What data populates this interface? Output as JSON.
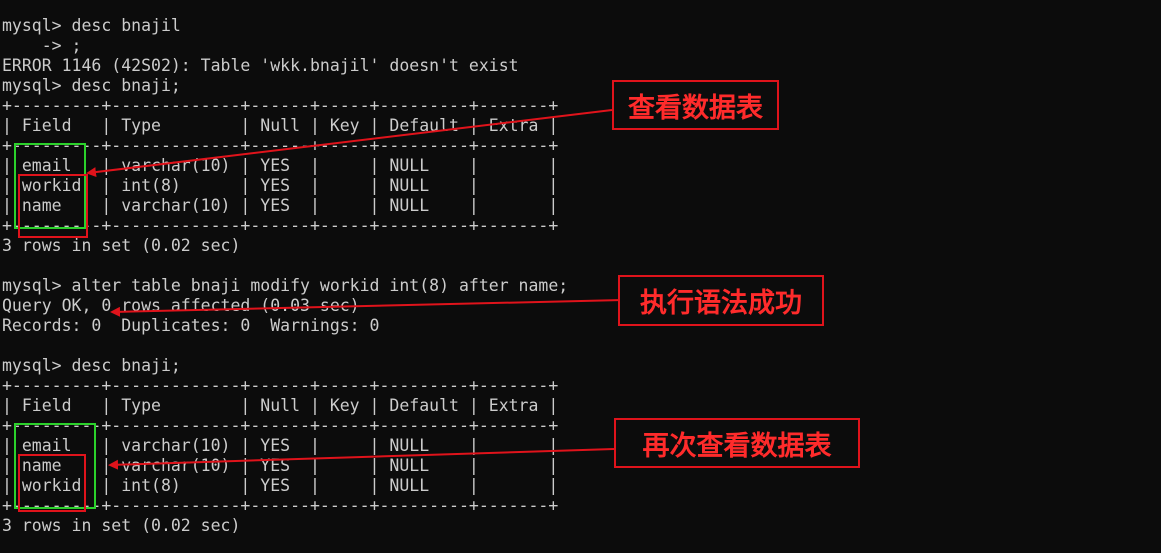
{
  "terminal": {
    "lines": [
      "mysql> desc bnajil",
      "    -> ;",
      "ERROR 1146 (42S02): Table 'wkk.bnajil' doesn't exist",
      "mysql> desc bnaji;",
      "+---------+-------------+------+-----+---------+-------+",
      "| Field   | Type        | Null | Key | Default | Extra |",
      "+---------+-------------+------+-----+---------+-------+",
      "| email   | varchar(10) | YES  |     | NULL    |       |",
      "| workid  | int(8)      | YES  |     | NULL    |       |",
      "| name    | varchar(10) | YES  |     | NULL    |       |",
      "+---------+-------------+------+-----+---------+-------+",
      "3 rows in set (0.02 sec)",
      "",
      "mysql> alter table bnaji modify workid int(8) after name;",
      "Query OK, 0 rows affected (0.03 sec)",
      "Records: 0  Duplicates: 0  Warnings: 0",
      "",
      "mysql> desc bnaji;",
      "+---------+-------------+------+-----+---------+-------+",
      "| Field   | Type        | Null | Key | Default | Extra |",
      "+---------+-------------+------+-----+---------+-------+",
      "| email   | varchar(10) | YES  |     | NULL    |       |",
      "| name    | varchar(10) | YES  |     | NULL    |       |",
      "| workid  | int(8)      | YES  |     | NULL    |       |",
      "+---------+-------------+------+-----+---------+-------+",
      "3 rows in set (0.02 sec)"
    ]
  },
  "annotations": {
    "note1": "查看数据表",
    "note2": "执行语法成功",
    "note3": "再次查看数据表"
  },
  "colors": {
    "background": "#0c0c0c",
    "text": "#cccccc",
    "annotation_red": "#e0131b",
    "highlight_green": "#2bd12b"
  }
}
